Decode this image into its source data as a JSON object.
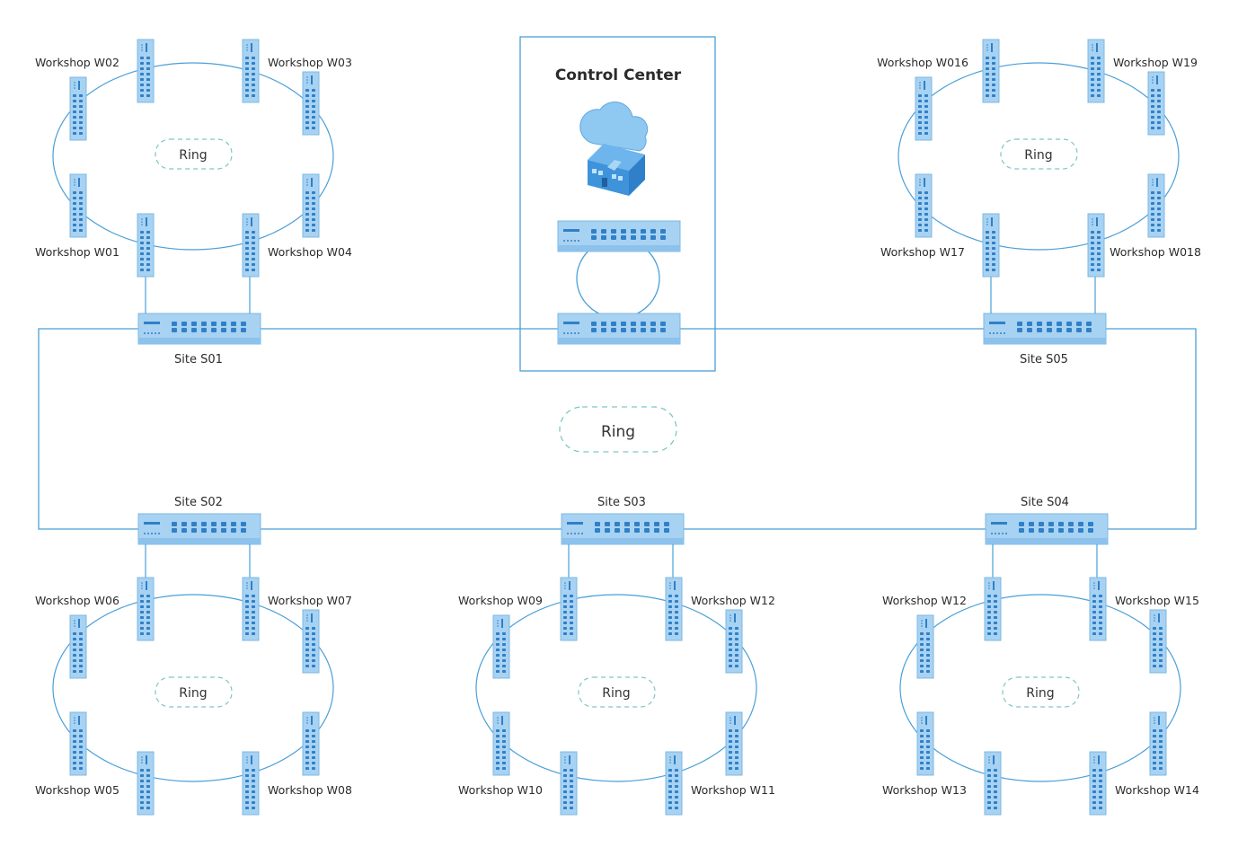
{
  "control_center": {
    "title": "Control Center"
  },
  "main_ring_label": "Ring",
  "sites": {
    "s01": {
      "label": "Site S01"
    },
    "s02": {
      "label": "Site S02"
    },
    "s03": {
      "label": "Site S03"
    },
    "s04": {
      "label": "Site S04"
    },
    "s05": {
      "label": "Site S05"
    }
  },
  "clusters": [
    {
      "ring_label": "Ring",
      "top_left": "Workshop W02",
      "top_right": "Workshop W03",
      "bottom_left": "Workshop W01",
      "bottom_right": "Workshop W04"
    },
    {
      "ring_label": "Ring",
      "top_left": "Workshop W016",
      "top_right": "Workshop W19",
      "bottom_left": "Workshop W17",
      "bottom_right": "Workshop W018"
    },
    {
      "ring_label": "Ring",
      "top_left": "Workshop W06",
      "top_right": "Workshop W07",
      "bottom_left": "Workshop W05",
      "bottom_right": "Workshop W08"
    },
    {
      "ring_label": "Ring",
      "top_left": "Workshop W09",
      "top_right": "Workshop W12",
      "bottom_left": "Workshop W10",
      "bottom_right": "Workshop W11"
    },
    {
      "ring_label": "Ring",
      "top_left": "Workshop W12",
      "top_right": "Workshop W15",
      "bottom_left": "Workshop W13",
      "bottom_right": "Workshop W14"
    }
  ],
  "colors": {
    "line": "#4a9fd8",
    "device_body": "#a8d2f2",
    "device_dark": "#2f80c8",
    "ring_dash": "#7fc6c2",
    "box_border": "#4a9fd8"
  }
}
